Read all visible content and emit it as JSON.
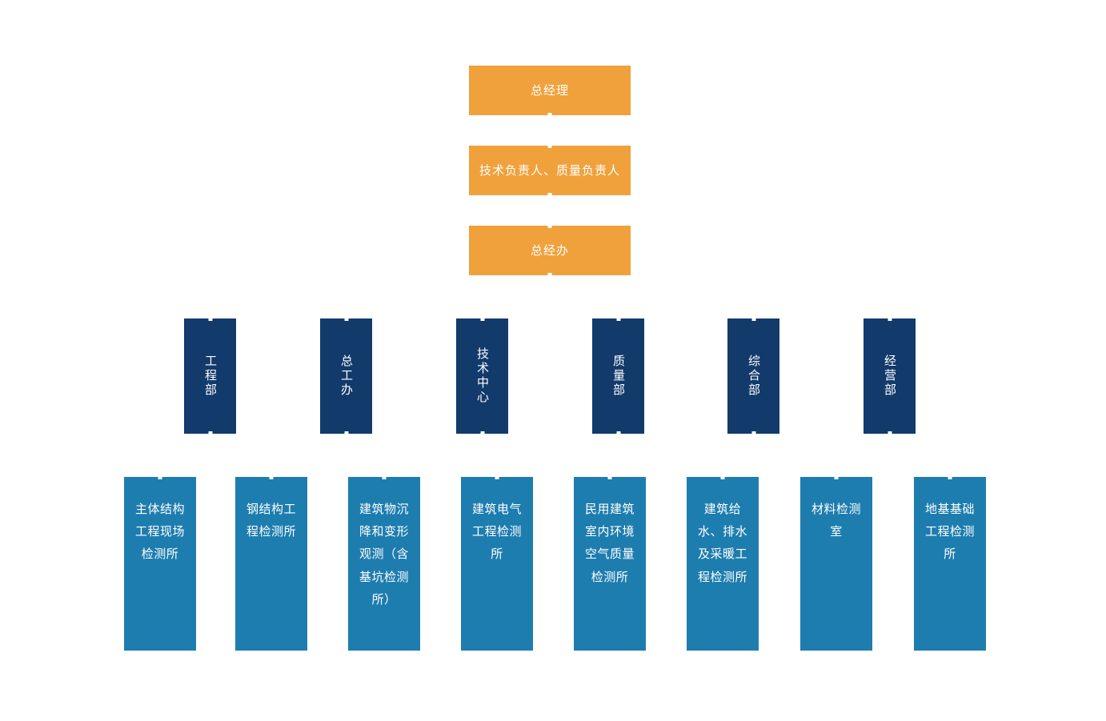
{
  "chart": {
    "type": "org-chart",
    "title": "",
    "background_color": "#ffffff",
    "palette": {
      "executive": "#F0A13C",
      "department": "#123A6B",
      "laboratory": "#1E7DAF",
      "text": "#ffffff"
    },
    "levels": [
      {
        "name": "executive",
        "nodes": [
          {
            "label": "总经理"
          },
          {
            "label": "技术负责人、质量负责人"
          },
          {
            "label": "总经办"
          }
        ]
      },
      {
        "name": "departments",
        "nodes": [
          {
            "label": "工程部"
          },
          {
            "label": "总工办"
          },
          {
            "label": "技术中心"
          },
          {
            "label": "质量部"
          },
          {
            "label": "综合部"
          },
          {
            "label": "经营部"
          }
        ]
      },
      {
        "name": "laboratories",
        "nodes": [
          {
            "label": "主体结构工程现场检测所"
          },
          {
            "label": "钢结构工程检测所"
          },
          {
            "label": "建筑物沉降和变形观测（含基坑检测所）"
          },
          {
            "label": "建筑电气工程检测所"
          },
          {
            "label": "民用建筑室内环境空气质量检测所"
          },
          {
            "label": "建筑给水、排水及采暖工程检测所"
          },
          {
            "label": "材料检测室"
          },
          {
            "label": "地基基础工程检测所"
          }
        ]
      }
    ]
  }
}
